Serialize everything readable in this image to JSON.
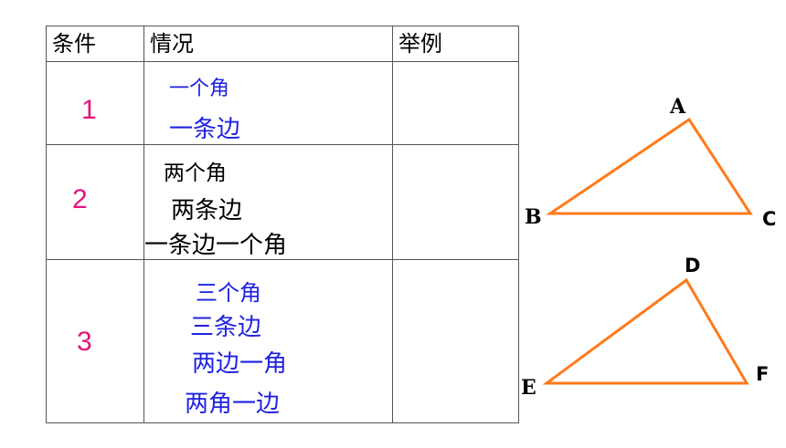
{
  "table": {
    "headers": [
      "条件",
      "情况",
      "举例"
    ],
    "rows": [
      {
        "num": "1",
        "cases": [
          "一个角",
          "一条边"
        ]
      },
      {
        "num": "2",
        "cases": [
          "两个角",
          "两条边",
          "一条边一个角"
        ]
      },
      {
        "num": "3",
        "cases": [
          "三个角",
          "三条边",
          "两边一角",
          "两角一边"
        ]
      }
    ]
  },
  "triangles": {
    "abc": {
      "A": "A",
      "B": "B",
      "C": "C"
    },
    "def": {
      "D": "D",
      "E": "E",
      "F": "F"
    }
  },
  "colors": {
    "number": "#e4157a",
    "blue_text": "#1f22e0",
    "triangle": "#ff7a1a"
  }
}
